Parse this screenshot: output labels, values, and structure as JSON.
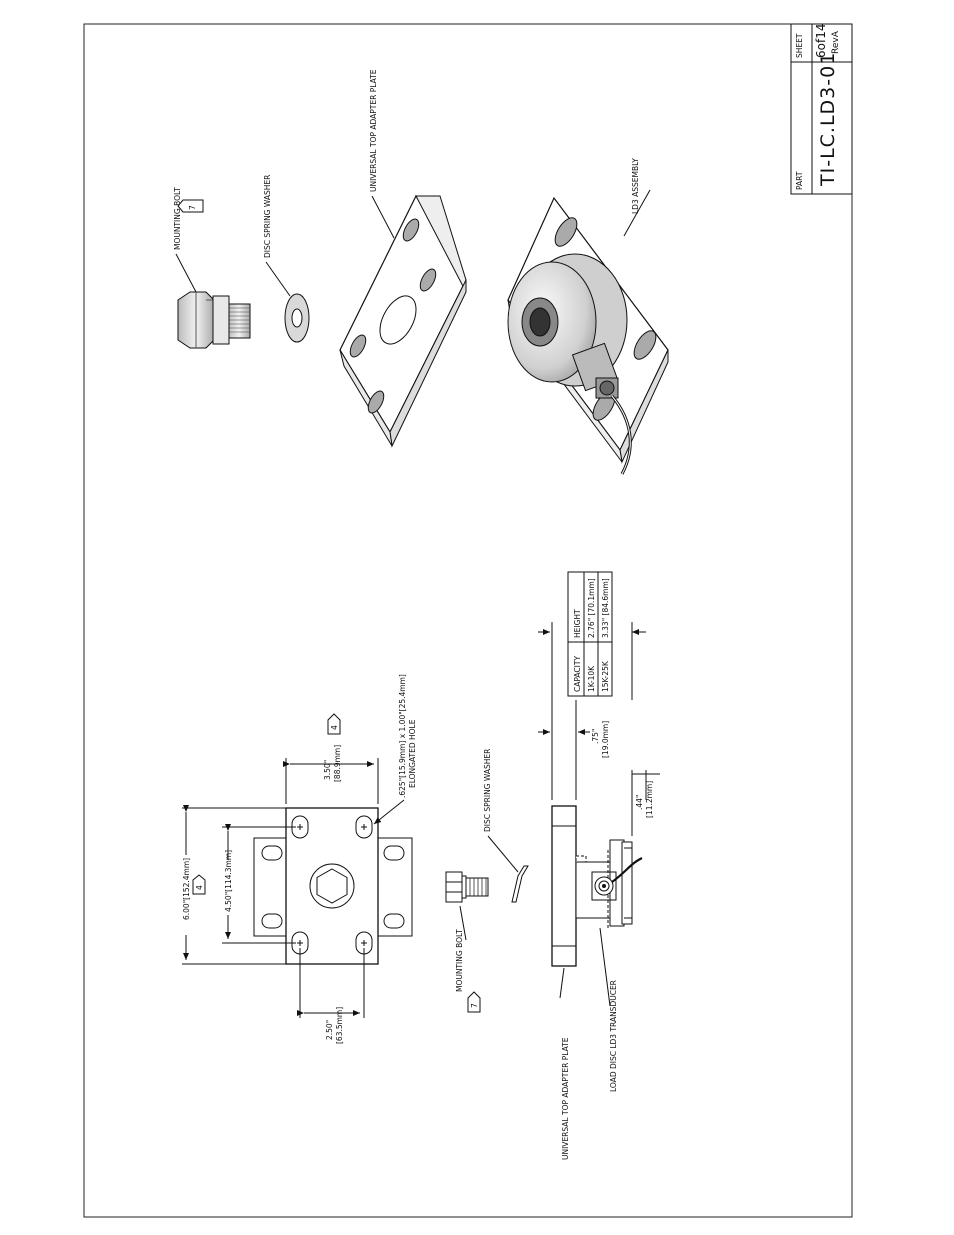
{
  "title_block": {
    "part_label": "PART",
    "part_number": "TI-LC.LD3-01",
    "sheet_label": "SHEET",
    "sheet_number": "6of14",
    "revision": "RevA"
  },
  "exploded_view": {
    "mounting_bolt": "MOUNTING BOLT",
    "mounting_bolt_note": "7",
    "disc_spring_washer": "DISC SPRING WASHER",
    "top_adapter_plate": "UNIVERSAL TOP ADAPTER PLATE",
    "assembly": "LD3 ASSEMBLY"
  },
  "top_view": {
    "overall_width": "6.00\"[152.4mm]",
    "overall_width_note": "4",
    "hole_spacing_long": "4.50\"[114.3mm]",
    "hole_spacing_short_in": "2.50\"",
    "hole_spacing_short_mm": "[63.5mm]",
    "plate_depth_in": "3.50\"",
    "plate_depth_mm": "[88.9mm]",
    "plate_depth_note": "4",
    "slot_size": ".625\"[15.9mm] x 1.00\"[25.4mm]",
    "slot_label": "ELONGATED HOLE"
  },
  "side_view": {
    "disc_spring_washer": "DISC SPRING WASHER",
    "mounting_bolt": "MOUNTING BOLT",
    "mounting_bolt_note": "7",
    "top_adapter_plate": "UNIVERSAL TOP ADAPTER PLATE",
    "transducer": "LOAD DISC LD3 TRANSDUCER",
    "plate_thickness_in": ".75\"",
    "plate_thickness_mm": "[19.0mm]",
    "offset_in": ".44\"",
    "offset_mm": "[11.2mm]"
  },
  "height_table": {
    "headers": [
      "CAPACITY",
      "HEIGHT"
    ],
    "rows": [
      [
        "1K-10K",
        "2.76\"  [70.1mm]"
      ],
      [
        "15K-25K",
        "3.33\"  [84.6mm]"
      ]
    ]
  }
}
